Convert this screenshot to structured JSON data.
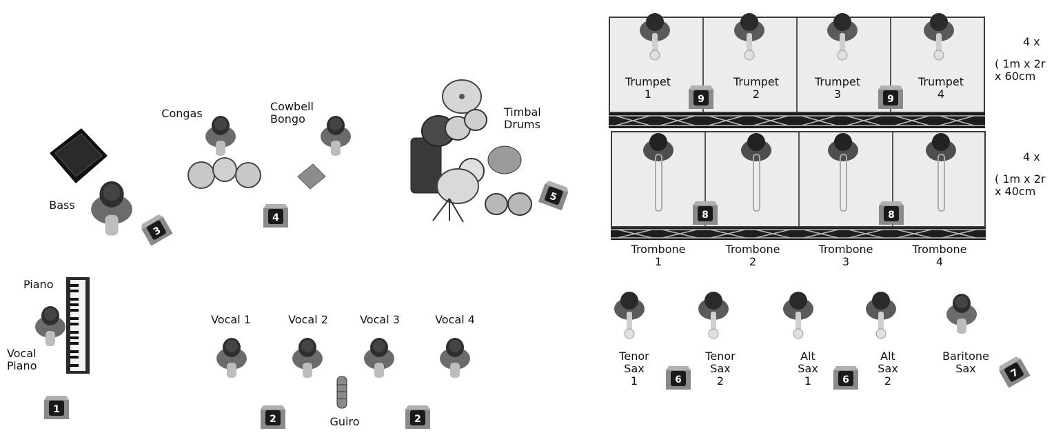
{
  "labels": {
    "congas": "Congas",
    "cowbell_bongo": "Cowbell\nBongo",
    "timbal_drums": "Timbal\nDrums",
    "bass": "Bass",
    "piano": "Piano",
    "vocal_piano": "Vocal\nPiano",
    "vocal1": "Vocal 1",
    "vocal2": "Vocal 2",
    "vocal3": "Vocal 3",
    "vocal4": "Vocal 4",
    "guiro": "Guiro",
    "trumpet1": "Trumpet\n1",
    "trumpet2": "Trumpet\n2",
    "trumpet3": "Trumpet\n3",
    "trumpet4": "Trumpet\n4",
    "trombone1": "Trombone\n1",
    "trombone2": "Trombone\n2",
    "trombone3": "Trombone\n3",
    "trombone4": "Trombone\n4",
    "tenor_sax1": "Tenor\nSax\n1",
    "tenor_sax2": "Tenor\nSax\n2",
    "alt_sax1": "Alt\nSax\n1",
    "alt_sax2": "Alt\nSax\n2",
    "baritone_sax": "Baritone\nSax",
    "riser_top_count": "4 x",
    "riser_top_size": "( 1m x 2r\n x 60cm",
    "riser_bottom_count": "4 x",
    "riser_bottom_size": "( 1m x 2r\n x 40cm"
  },
  "monitors": {
    "m1": "1",
    "m2a": "2",
    "m2b": "2",
    "m3": "3",
    "m4": "4",
    "m5": "5",
    "m6a": "6",
    "m6b": "6",
    "m7": "7",
    "m8a": "8",
    "m8b": "8",
    "m9a": "9",
    "m9b": "9"
  }
}
